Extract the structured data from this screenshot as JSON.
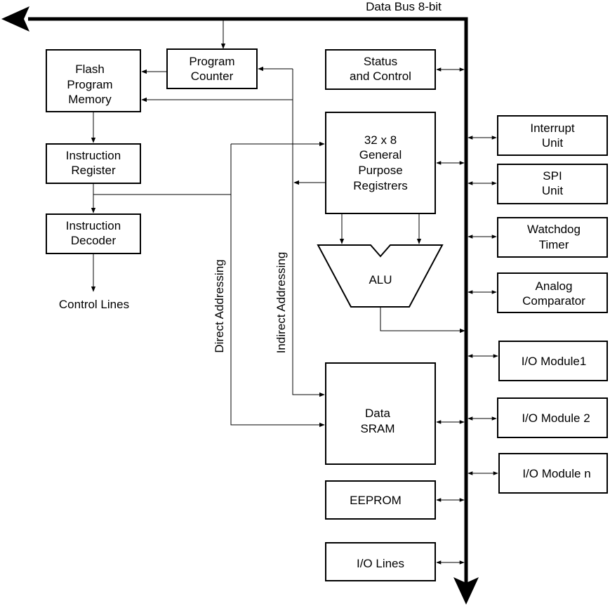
{
  "bus": {
    "label": "Data Bus 8-bit"
  },
  "blocks": {
    "program_counter": [
      "Program",
      "Counter"
    ],
    "flash_memory": [
      "Flash",
      "Program",
      "Memory"
    ],
    "instruction_register": [
      "Instruction",
      "Register"
    ],
    "instruction_decoder": [
      "Instruction",
      "Decoder"
    ],
    "status_control": [
      "Status",
      "and Control"
    ],
    "gp_registers": [
      "32 x 8",
      "General",
      "Purpose",
      "Registrers"
    ],
    "alu": "ALU",
    "data_sram": [
      "Data",
      "SRAM"
    ],
    "eeprom": "EEPROM",
    "io_lines": "I/O Lines",
    "interrupt_unit": [
      "Interrupt",
      "Unit"
    ],
    "spi_unit": [
      "SPI",
      "Unit"
    ],
    "watchdog_timer": [
      "Watchdog",
      "Timer"
    ],
    "analog_comparator": [
      "Analog",
      "Comparator"
    ],
    "io_module1": "I/O Module1",
    "io_module2": "I/O Module 2",
    "io_modulen": "I/O Module n"
  },
  "labels": {
    "control_lines": "Control Lines",
    "direct_addressing": "Direct Addressing",
    "indirect_addressing": "Indirect Addressing"
  }
}
